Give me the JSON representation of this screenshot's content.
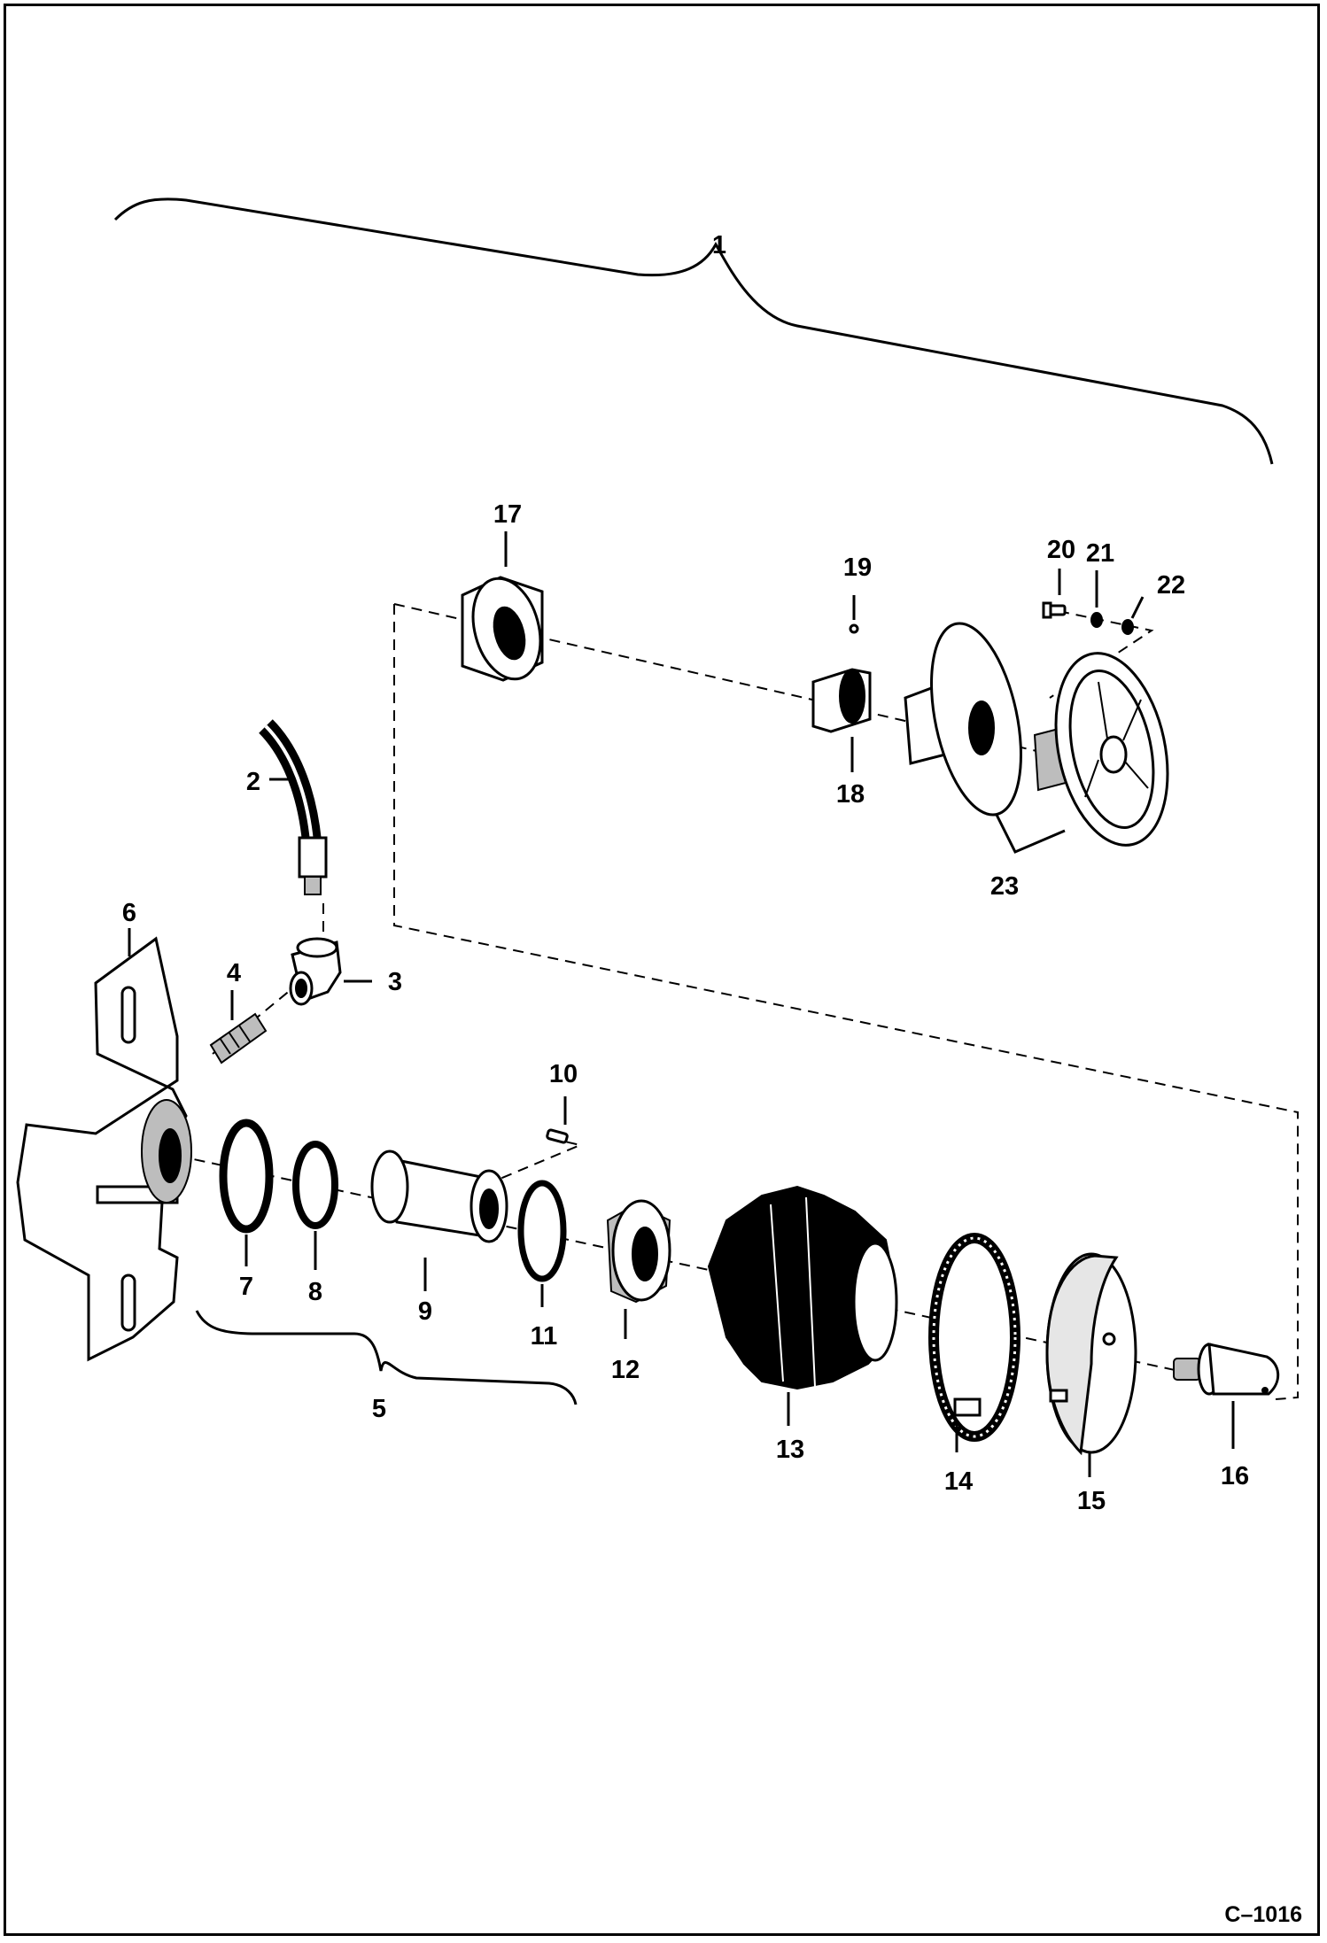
{
  "diagram": {
    "drawing_code": "C–1016",
    "callouts": [
      {
        "id": "1",
        "text": "1"
      },
      {
        "id": "2",
        "text": "2"
      },
      {
        "id": "3",
        "text": "3"
      },
      {
        "id": "4",
        "text": "4"
      },
      {
        "id": "5",
        "text": "5"
      },
      {
        "id": "6",
        "text": "6"
      },
      {
        "id": "7",
        "text": "7"
      },
      {
        "id": "8",
        "text": "8"
      },
      {
        "id": "9",
        "text": "9"
      },
      {
        "id": "10",
        "text": "10"
      },
      {
        "id": "11",
        "text": "11"
      },
      {
        "id": "12",
        "text": "12"
      },
      {
        "id": "13",
        "text": "13"
      },
      {
        "id": "14",
        "text": "14"
      },
      {
        "id": "15",
        "text": "15"
      },
      {
        "id": "16",
        "text": "16"
      },
      {
        "id": "17",
        "text": "17"
      },
      {
        "id": "18",
        "text": "18"
      },
      {
        "id": "19",
        "text": "19"
      },
      {
        "id": "20",
        "text": "20"
      },
      {
        "id": "21",
        "text": "21"
      },
      {
        "id": "22",
        "text": "22"
      },
      {
        "id": "23",
        "text": "23"
      }
    ]
  }
}
